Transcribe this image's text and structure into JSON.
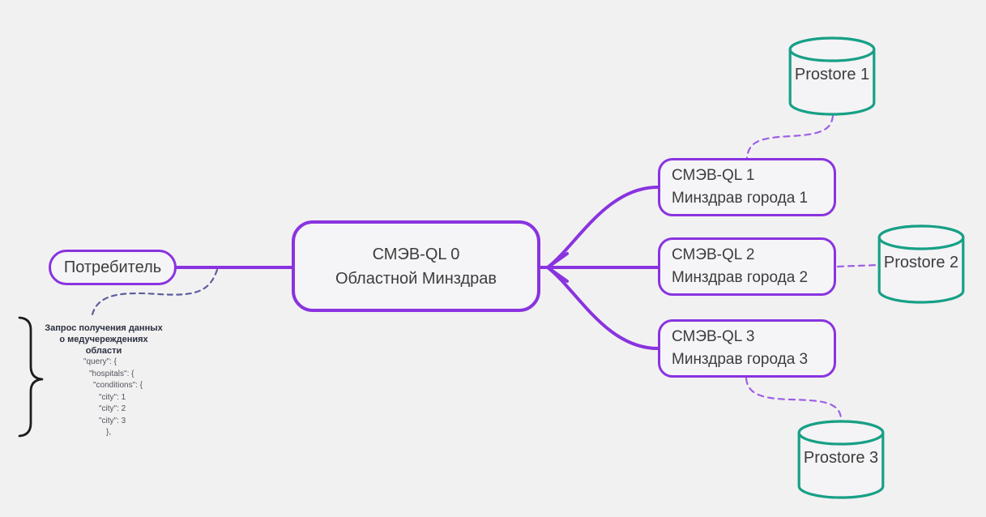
{
  "diagram": {
    "consumer": {
      "label": "Потребитель"
    },
    "hub": {
      "line1": "СМЭВ-QL 0",
      "line2": "Областной Минздрав"
    },
    "nodes": [
      {
        "line1": "СМЭВ-QL 1",
        "line2": "Минздрав города 1"
      },
      {
        "line1": "СМЭВ-QL 2",
        "line2": "Минздрав города 2"
      },
      {
        "line1": "СМЭВ-QL 3",
        "line2": "Минздрав города 3"
      }
    ],
    "datastores": [
      {
        "label": "Prostore 1"
      },
      {
        "label": "Prostore 2"
      },
      {
        "label": "Prostore 3"
      }
    ],
    "annotation": {
      "title_lines": [
        "Запрос получения данных",
        "о медучереждениях",
        "области"
      ],
      "code_lines": [
        "\"query\": {",
        "\"hospitals\": {",
        "\"conditions\": {",
        "\"city\": 1",
        "\"city\": 2",
        "\"city\": 3",
        "},"
      ]
    },
    "colors": {
      "purple": "#8933e0",
      "purple_dash": "#9b5fe8",
      "indigo_dash": "#5c5f9e",
      "teal": "#17a086",
      "background": "#f2f1f1",
      "text": "#3d3d3d"
    }
  }
}
